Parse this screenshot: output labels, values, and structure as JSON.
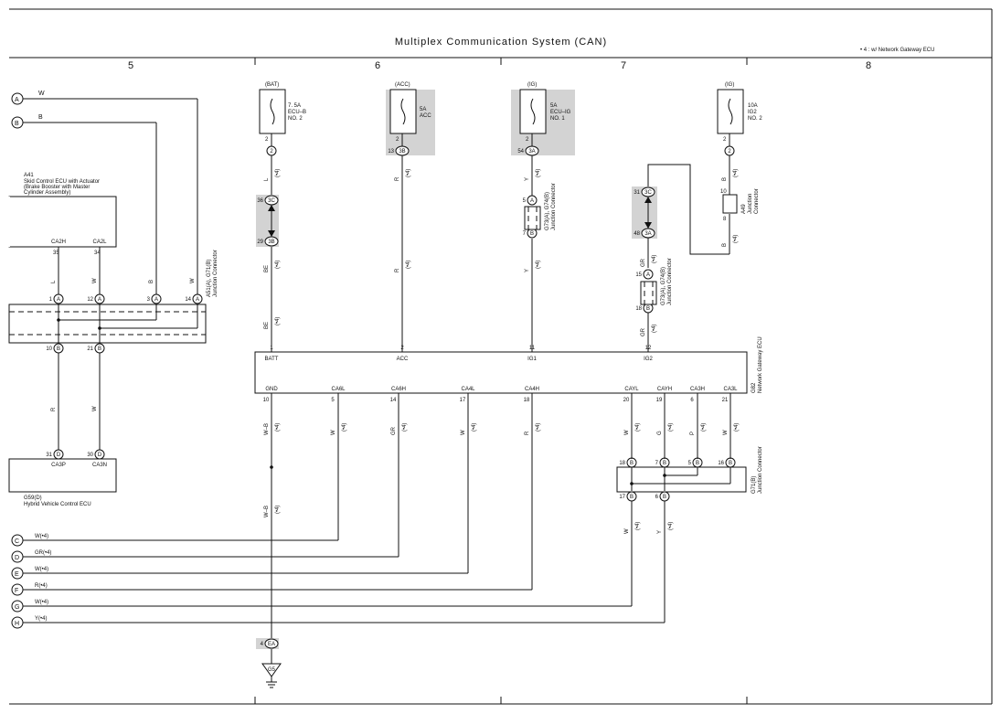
{
  "title": "Multiplex Communication System (CAN)",
  "note": "• 4 : w/ Network Gateway ECU",
  "columns": [
    "5",
    "6",
    "7",
    "8"
  ],
  "terminals": [
    {
      "id": "A",
      "label": "W"
    },
    {
      "id": "B",
      "label": "B"
    },
    {
      "id": "C",
      "label": "W(•4)"
    },
    {
      "id": "D",
      "label": "GR(•4)"
    },
    {
      "id": "E",
      "label": "W(•4)"
    },
    {
      "id": "F",
      "label": "R(•4)"
    },
    {
      "id": "G",
      "label": "W(•4)"
    },
    {
      "id": "H",
      "label": "Y(•4)"
    }
  ],
  "fuses": [
    {
      "source": "(BAT)",
      "name": "7. 5A\nECU–B\nNO. 2",
      "pin": "2",
      "conn": "2"
    },
    {
      "source": "(ACC)",
      "name": "5A\nACC",
      "pin": "2",
      "conn": "3B",
      "conn_pin": "13"
    },
    {
      "source": "(IG)",
      "name": "5A\nECU–IG\nNO. 1",
      "pin": "2",
      "conn": "3A",
      "conn_pin": "54"
    },
    {
      "source": "(IG)",
      "name": "10A\nIG2\nNO. 2",
      "pin": "2",
      "conn": "2"
    }
  ],
  "components": {
    "a41": {
      "code": "A41",
      "name": "Skid Control ECU with Actuator\n(Brake Booster with Master\nCylinder Assembly)",
      "pins": [
        "CA2H",
        "CA2L"
      ],
      "pin_nums": [
        "35",
        "34"
      ]
    },
    "a51": {
      "code": "A51(A), G71(B)",
      "name": "Junction Connector"
    },
    "g59": {
      "code": "G59(D)",
      "name": "Hybrid Vehicle Control ECU",
      "pins": [
        "CA3P",
        "CA3N"
      ],
      "pin_nums": [
        "31",
        "30"
      ]
    },
    "g73": {
      "code": "G73(A), G74(B)",
      "name": "Junction Connector"
    },
    "g73b": {
      "code": "G73(A), G74(B)",
      "name": "Junction Connector"
    },
    "a49": {
      "code": "A49",
      "name": "Junction\nConnector"
    },
    "g82": {
      "code": "G82",
      "name": "Network Gateway ECU",
      "top_pins": [
        {
          "n": "1",
          "l": "BATT"
        },
        {
          "n": "2",
          "l": "ACC"
        },
        {
          "n": "11",
          "l": "IG1"
        },
        {
          "n": "12",
          "l": "IG2"
        }
      ],
      "bottom_pins": [
        {
          "n": "10",
          "l": "GND"
        },
        {
          "n": "5",
          "l": "CA6L"
        },
        {
          "n": "14",
          "l": "CA6H"
        },
        {
          "n": "17",
          "l": "CA4L"
        },
        {
          "n": "18",
          "l": "CA4H"
        },
        {
          "n": "20",
          "l": "CAYL"
        },
        {
          "n": "19",
          "l": "CAYH"
        },
        {
          "n": "6",
          "l": "CA3H"
        },
        {
          "n": "21",
          "l": "CA3L"
        }
      ]
    },
    "g71": {
      "code": "G71(B)",
      "name": "Junction Connector"
    },
    "ground": {
      "conn": "EA",
      "pin": "4",
      "name": "G5"
    }
  },
  "wire_labels": {
    "a41_l": "L",
    "a41_w": "W",
    "b_wire": "B",
    "a_wire": "W",
    "g59_r": "R",
    "g59_w": "W",
    "batt_l": "L",
    "batt_be": "BE",
    "batt_be2": "BE",
    "acc_r": "R",
    "acc_r2": "R",
    "ig_y": "Y",
    "ig_y2": "Y",
    "ig2_gr": "GR",
    "ig2_gr2": "GR",
    "a49_b": "B",
    "a49_b2": "B",
    "gnd_wb": "W–B",
    "gnd_wb2": "W–B",
    "ca6l": "W",
    "ca6h": "GR",
    "ca4l": "W",
    "ca4h": "R",
    "cayl": "W",
    "cayh": "G",
    "ca3h": "P",
    "ca3l": "W",
    "g71_w": "W",
    "g71_y": "Y",
    "mark": "(•4)"
  },
  "connector_pins": {
    "a51": [
      "1",
      "12",
      "3",
      "14",
      "10",
      "21"
    ],
    "g59": [
      "31",
      "30"
    ],
    "j3c_top": "36",
    "j3b_bot": "29",
    "j3c2": "31",
    "j3a2": "48",
    "g73_top": "5",
    "g73_bot": "7",
    "g73b_top": "15",
    "g73b_bot": "18",
    "a49_top": "10",
    "a49_bot": "8",
    "g71": [
      "18",
      "7",
      "5",
      "16",
      "17",
      "6"
    ]
  }
}
